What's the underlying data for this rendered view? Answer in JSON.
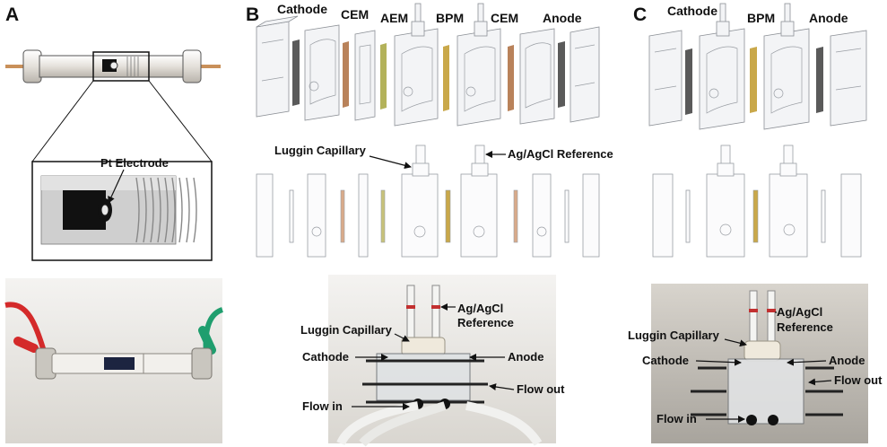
{
  "panels": {
    "a": "A",
    "b": "B",
    "c": "C"
  },
  "panel_a": {
    "callout": "Pt Electrode"
  },
  "panel_b": {
    "headers": [
      "Cathode",
      "CEM",
      "AEM",
      "BPM",
      "CEM",
      "Anode"
    ],
    "side_labels": {
      "capillary": "Luggin Capillary",
      "reference": "Ag/AgCl Reference"
    },
    "photo_labels": {
      "reference_1": "Ag/AgCl",
      "reference_2": "Reference",
      "capillary": "Luggin Capillary",
      "cathode": "Cathode",
      "anode": "Anode",
      "flow_out": "Flow out",
      "flow_in": "Flow in"
    }
  },
  "panel_c": {
    "headers": [
      "Cathode",
      "BPM",
      "Anode"
    ],
    "photo_labels": {
      "reference_1": "Ag/AgCl",
      "reference_2": "Reference",
      "capillary": "Luggin Capillary",
      "cathode": "Cathode",
      "anode": "Anode",
      "flow_out": "Flow out",
      "flow_in": "Flow in"
    }
  },
  "colors": {
    "cem": "#b9825a",
    "aem": "#b3b25a",
    "bpm": "#c9a84a",
    "electrode": "#5a5a5a",
    "photo_bg": "#e6e4e0",
    "wire_red": "#d42a2a",
    "wire_green": "#1f9e6e"
  }
}
